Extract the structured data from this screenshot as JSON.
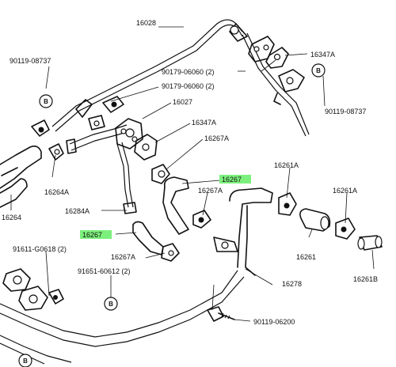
{
  "labels": {
    "p16028": "16028",
    "p90119_08737_a": "90119-08737",
    "p90179_06060_a": "90179-06060 (2)",
    "p90179_06060_b": "90179-06060 (2)",
    "p16347a_a": "16347A",
    "p90119_08737_b": "90119-08737",
    "p16027": "16027",
    "p16347a_b": "16347A",
    "p16267a_a": "16267A",
    "p16261a_a": "16261A",
    "p16267_a": "16267",
    "p16267a_b": "16267A",
    "p16261a_b": "16261A",
    "p16264a": "16264A",
    "p16284a": "16284A",
    "p16264": "16264",
    "p16267_b": "16267",
    "p91611_g0618": "91611-G0618 (2)",
    "p16267a_c": "16267A",
    "p91651_60612": "91651-60612 (2)",
    "p16261": "16261",
    "p16261b": "16261B",
    "p16278": "16278",
    "p90119_06200": "90119-06200"
  },
  "markers": {
    "b1": "B",
    "b2": "B",
    "b3": "B",
    "b4": "B"
  },
  "highlight_color": "#7cf07c"
}
